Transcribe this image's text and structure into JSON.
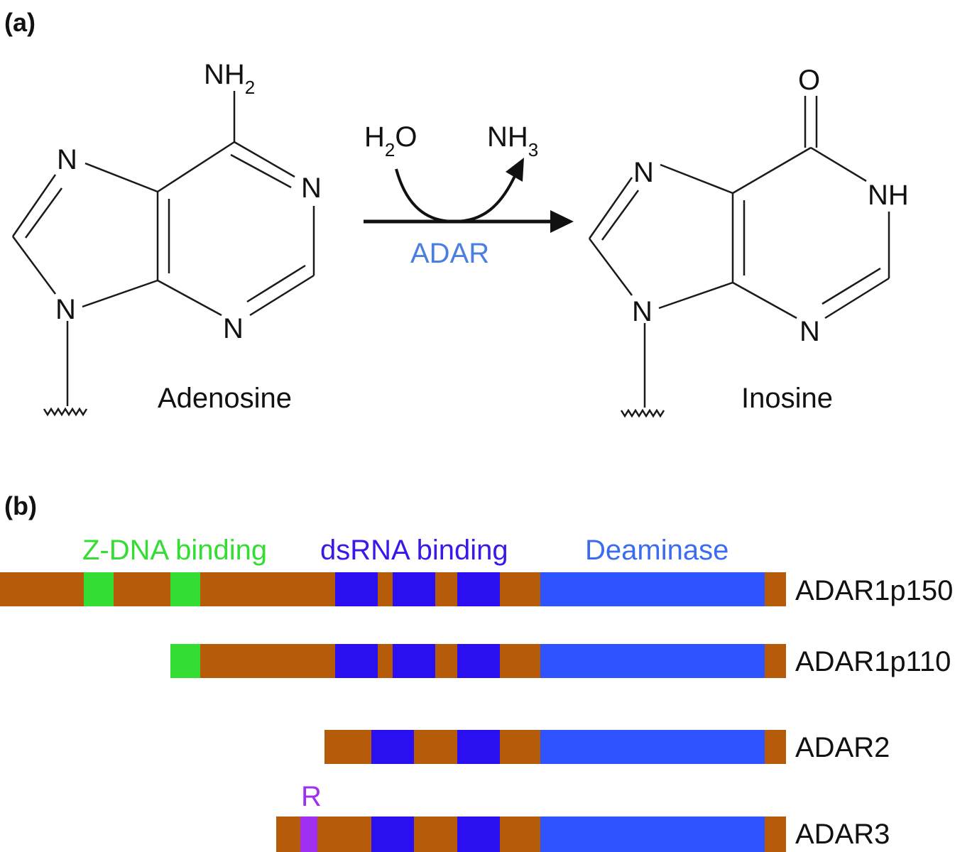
{
  "panel_a": {
    "label": "(a)",
    "reactant_name": "Adenosine",
    "product_name": "Inosine",
    "enzyme": "ADAR",
    "reagent_in": {
      "base": "H",
      "sub": "2",
      "tail": "O"
    },
    "reagent_out": {
      "base": "NH",
      "sub": "3"
    },
    "adenosine_atoms": {
      "n7": "N",
      "n1": "N",
      "n3": "N",
      "n9": "N",
      "amine_base": "NH",
      "amine_sub": "2"
    },
    "inosine_atoms": {
      "n7": "N",
      "nh": "NH",
      "n3": "N",
      "n9": "N",
      "oxygen": "O"
    }
  },
  "panel_b": {
    "label": "(b)",
    "domain_labels": {
      "zdna": "Z-DNA binding",
      "dsrna": "dsRNA binding",
      "deaminase": "Deaminase",
      "r": "R"
    },
    "colors": {
      "backbone": "#b65b0a",
      "zdna": "#33dd33",
      "dsrna": "#2a0ff0",
      "deaminase": "#2f54ff",
      "r": "#a030f0",
      "enzyme_text": "#4a7fe0",
      "zdna_text": "#33dd33",
      "dsrna_text": "#3a18e8",
      "deaminase_text": "#3b6cf0",
      "r_text": "#a030f0"
    },
    "proteins": [
      {
        "name": "ADAR1p150"
      },
      {
        "name": "ADAR1p110"
      },
      {
        "name": "ADAR2"
      },
      {
        "name": "ADAR3"
      }
    ]
  }
}
